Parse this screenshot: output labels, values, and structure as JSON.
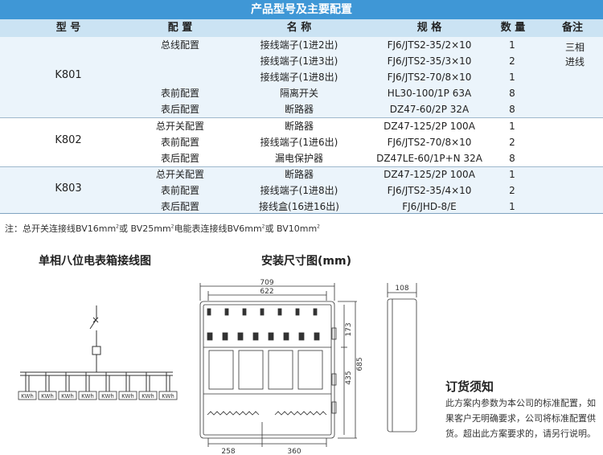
{
  "title": "产品型号及主要配置",
  "headers": {
    "model": "型  号",
    "config": "配  置",
    "name": "名  称",
    "spec": "规  格",
    "qty": "数  量",
    "remark": "备注"
  },
  "groups": [
    {
      "model": "K801",
      "remark": [
        "三相",
        "进线"
      ],
      "rows": [
        {
          "config": "总线配置",
          "name": "接线端子(1进2出)",
          "spec": "FJ6/JTS2-35/2×10",
          "qty": "1"
        },
        {
          "config": "",
          "name": "接线端子(1进3出)",
          "spec": "FJ6/JTS2-35/3×10",
          "qty": "2"
        },
        {
          "config": "",
          "name": "接线端子(1进8出)",
          "spec": "FJ6/JTS2-70/8×10",
          "qty": "1"
        },
        {
          "config": "表前配置",
          "name": "隔离开关",
          "spec": "HL30-100/1P 63A",
          "qty": "8"
        },
        {
          "config": "表后配置",
          "name": "断路器",
          "spec": "DZ47-60/2P 32A",
          "qty": "8"
        }
      ]
    },
    {
      "model": "K802",
      "remark": [],
      "rows": [
        {
          "config": "总开关配置",
          "name": "断路器",
          "spec": "DZ47-125/2P 100A",
          "qty": "1"
        },
        {
          "config": "表前配置",
          "name": "接线端子(1进6出)",
          "spec": "FJ6/JTS2-70/8×10",
          "qty": "2"
        },
        {
          "config": "表后配置",
          "name": "漏电保护器",
          "spec": "DZ47LE-60/1P+N 32A",
          "qty": "8"
        }
      ]
    },
    {
      "model": "K803",
      "remark": [],
      "rows": [
        {
          "config": "总开关配置",
          "name": "断路器",
          "spec": "DZ47-125/2P 100A",
          "qty": "1"
        },
        {
          "config": "表前配置",
          "name": "接线端子(1进8出)",
          "spec": "FJ6/JTS2-35/4×10",
          "qty": "2"
        },
        {
          "config": "表后配置",
          "name": "接线盒(16进16出)",
          "spec": "FJ6/JHD-8/E",
          "qty": "1"
        }
      ]
    }
  ],
  "note": {
    "p1": "注：总开关连接线BV16mm",
    "p2": "或 BV25mm",
    "p3": "电能表连接线BV6mm",
    "p4": "或 BV10mm",
    "sup": "2"
  },
  "wiring": {
    "title": "单相八位电表箱接线图",
    "meter_label": "KWh",
    "meter_count": 8
  },
  "dims": {
    "title": "安装尺寸图(mm)",
    "width_outer": "709",
    "width_inner": "622",
    "height_top": "173",
    "height_mid": "435",
    "height_total": "685",
    "depth": "108",
    "bottom_left": "258",
    "bottom_right": "360"
  },
  "order": {
    "title": "订货须知",
    "text": "此方案内参数为本公司的标准配置，如果客户无明确要求，公司将标准配置供货。超出此方案要求的，请另行说明。"
  },
  "colors": {
    "title_bar": "#3f97d6",
    "header_row": "#cbe3f3",
    "row_alt": "#ebf4fb"
  }
}
